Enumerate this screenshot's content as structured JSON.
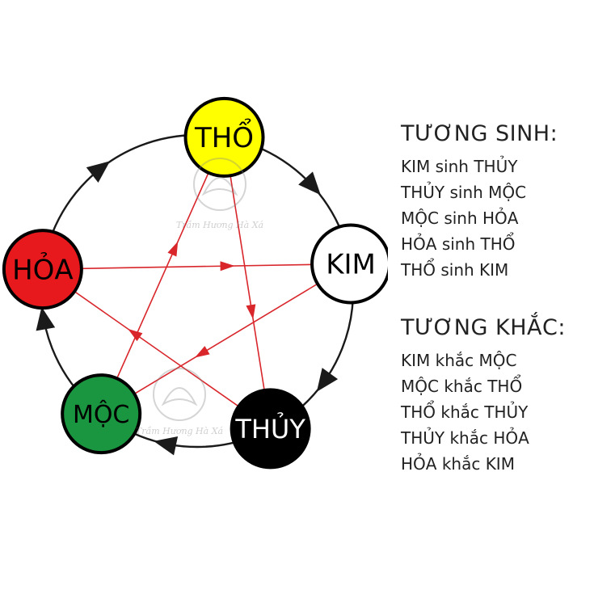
{
  "elements": {
    "tho": {
      "label": "THỔ",
      "fill": "#ffff00",
      "text_color": "#000000"
    },
    "kim": {
      "label": "KIM",
      "fill": "#ffffff",
      "text_color": "#000000"
    },
    "thuy": {
      "label": "THỦY",
      "fill": "#000000",
      "text_color": "#ffffff"
    },
    "moc": {
      "label": "MỘC",
      "fill": "#1a9640",
      "text_color": "#000000"
    },
    "hoa": {
      "label": "HỎA",
      "fill": "#e8191d",
      "text_color": "#000000"
    }
  },
  "colors": {
    "cycle_arrow": "#1a1a1a",
    "control_arrow": "#d8262b",
    "node_border": "#000000"
  },
  "watermark": {
    "text": "Trầm Hương Hà Xá"
  },
  "legend": {
    "tuong_sinh": {
      "title": "TƯƠNG SINH:",
      "items": [
        "KIM sinh THỦY",
        "THỦY sinh MỘC",
        "MỘC sinh HỎA",
        "HỎA sinh THỔ",
        "THỔ sinh KIM"
      ]
    },
    "tuong_khac": {
      "title": "TƯƠNG KHẮC:",
      "items": [
        "KIM khắc MỘC",
        "MỘC khắc THỔ",
        "THỔ khắc THỦY",
        "THỦY khắc HỎA",
        "HỎA khắc KIM"
      ]
    }
  }
}
